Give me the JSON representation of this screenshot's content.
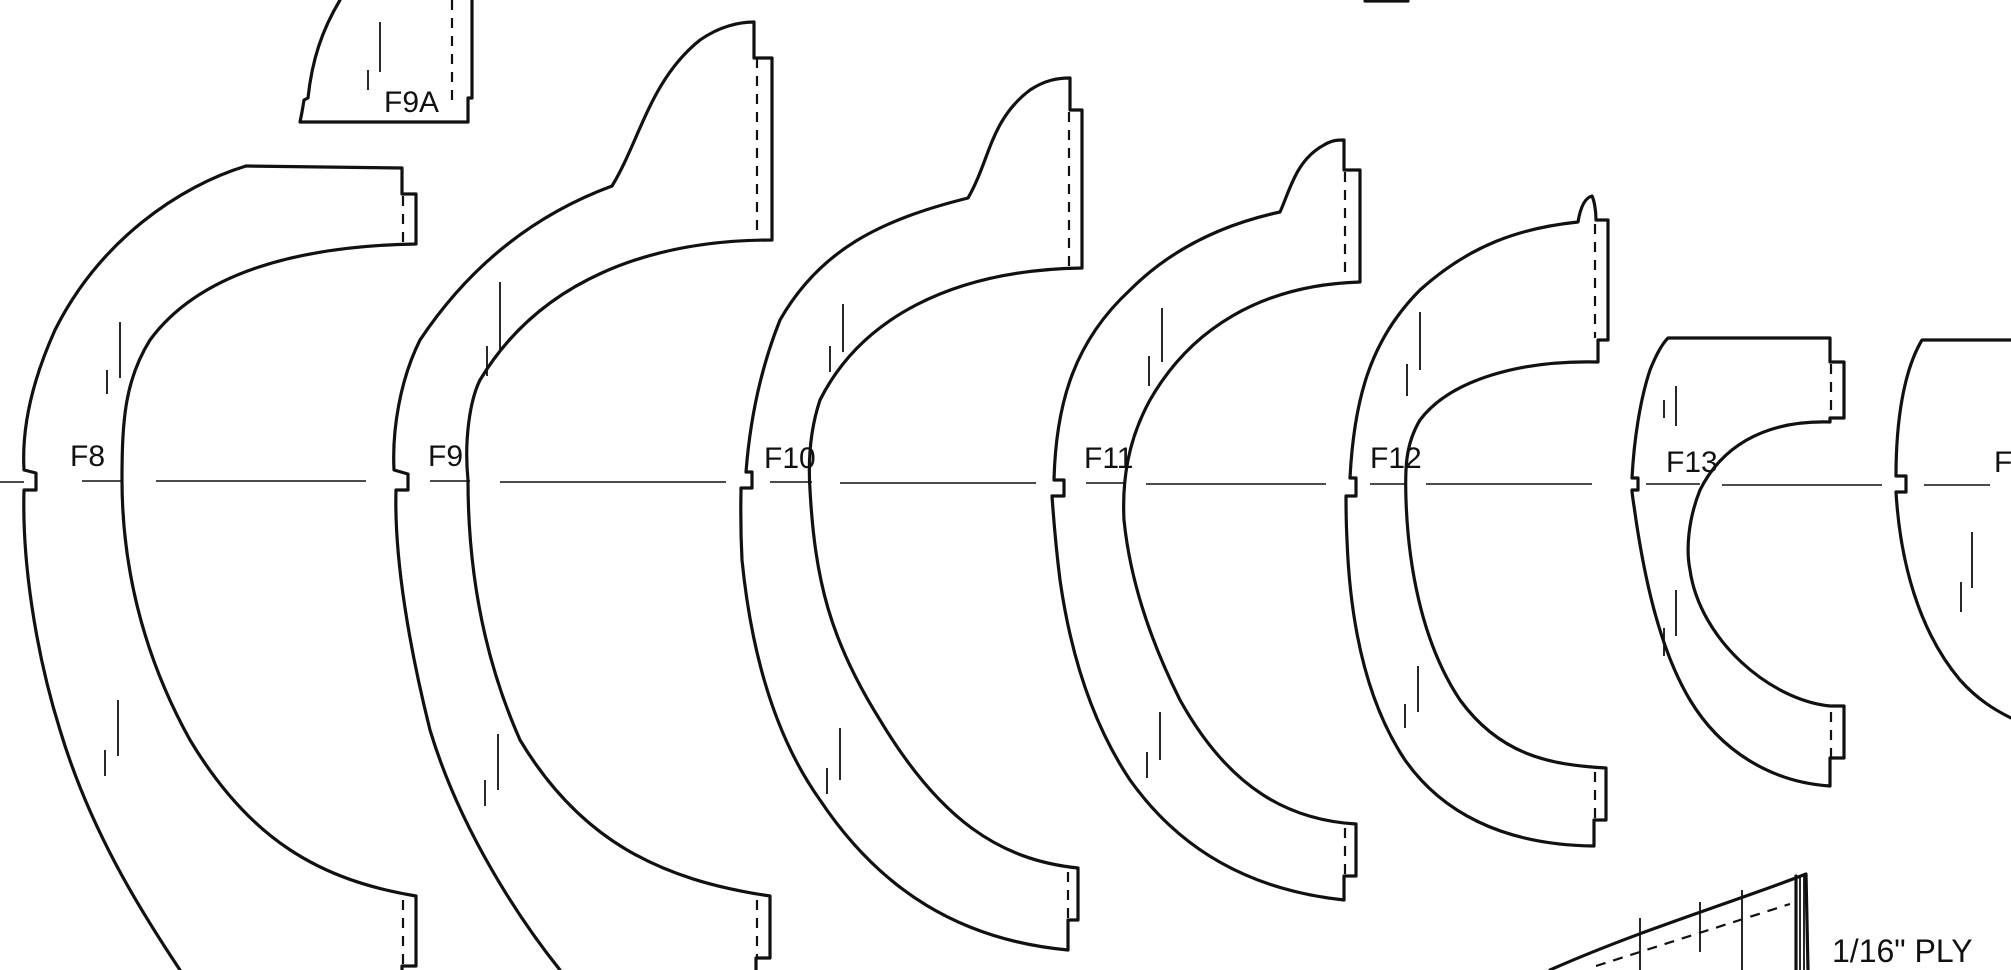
{
  "drawing": {
    "parts": [
      {
        "id": "f9a",
        "label": "F9A"
      },
      {
        "id": "f8",
        "label": "F8"
      },
      {
        "id": "f9",
        "label": "F9"
      },
      {
        "id": "f10",
        "label": "F10"
      },
      {
        "id": "f11",
        "label": "F11"
      },
      {
        "id": "f12",
        "label": "F12"
      },
      {
        "id": "f13",
        "label": "F13"
      },
      {
        "id": "f14",
        "label": "F"
      }
    ],
    "material_note": "1/16\" PLY"
  }
}
